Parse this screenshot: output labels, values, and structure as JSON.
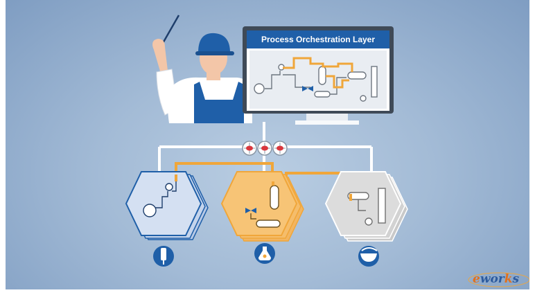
{
  "monitor": {
    "title": "Process Orchestration Layer"
  },
  "logo": {
    "e": "e",
    "rest_a": "wor",
    "rest_k": "k",
    "rest_s": "s"
  },
  "colors": {
    "background": "#a3bbd6",
    "monitor_bezel": "#3f4a57",
    "monitor_header": "#1f5fa8",
    "module_blue": "#cfdcf0",
    "module_orange": "#f7c476",
    "module_gray": "#d9d9d9",
    "pipe_orange": "#f0a63a",
    "icon_blue": "#1f5fa8",
    "valve_red": "#d9373d"
  },
  "icons": [
    "pointer-stick",
    "worker-helmet",
    "monitor",
    "valve",
    "flask-icon",
    "dosing-icon",
    "bowl-icon"
  ]
}
